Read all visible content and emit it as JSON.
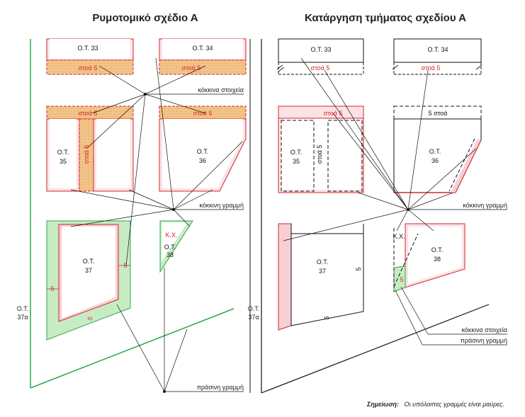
{
  "titles": {
    "left": "Ρυμοτομικό σχέδιο Α",
    "right": "Κατάργηση τμήματος σχεδίου Α"
  },
  "blocks": {
    "ot33": "Ο.Τ. 33",
    "ot34": "Ο.Τ. 34",
    "ot35_a": "Ο.Τ.",
    "ot35_b": "35",
    "ot36_a": "Ο.Τ.",
    "ot36_b": "36",
    "ot37_a": "Ο.Τ.",
    "ot37_b": "37",
    "ot38_a": "Ο.Τ.",
    "ot38_b": "38",
    "ot37a_a": "Ο.Τ.",
    "ot37a_b": "37α"
  },
  "stoa": {
    "s5": "στοά 5",
    "s5b": "5 στοά"
  },
  "kx": "Κ.Χ.",
  "five": "5",
  "callouts": {
    "red_elements": "κόκκινα στοιχεία",
    "red_line": "κόκκινη γραμμή",
    "green_line": "πράσινη γραμμή"
  },
  "note": {
    "label": "Σημείωση:",
    "text": "Οι υπόλοιπες γραμμές είναι μαύρες."
  },
  "colors": {
    "red": "#d4262c",
    "green": "#2ea84a",
    "orange_fill": "#f2c48a",
    "pink_fill": "#f7cfd3",
    "green_fill": "#c6ecc4",
    "black": "#111111"
  }
}
